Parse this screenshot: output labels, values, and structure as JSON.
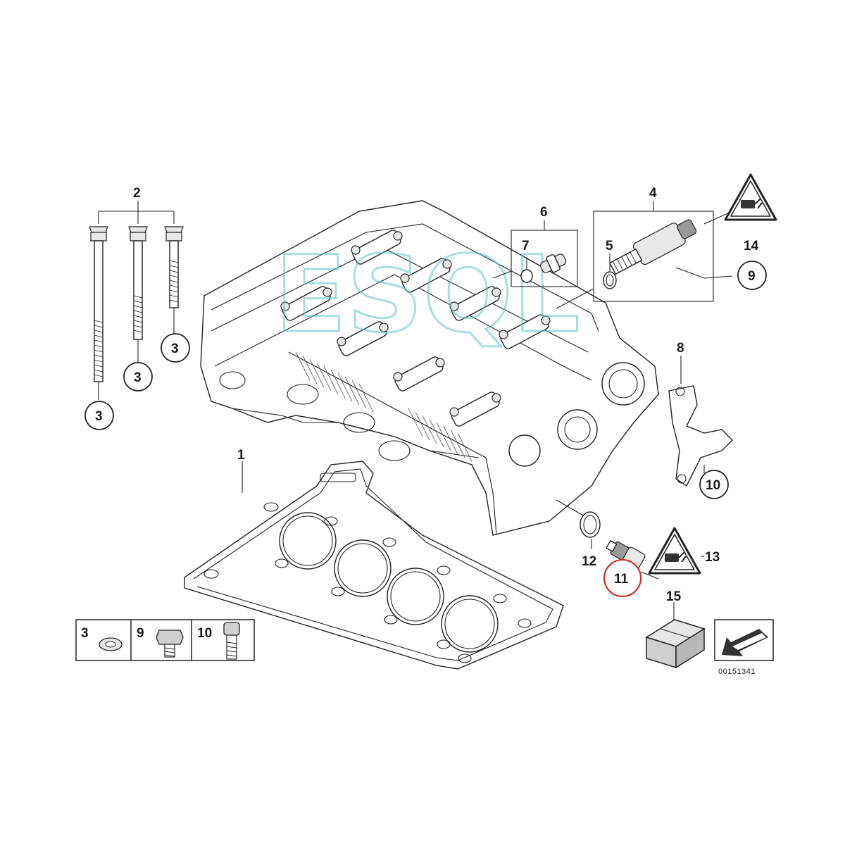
{
  "diagram_id": "00151341",
  "highlight_color": "#d9211c",
  "watermark": "ESQL",
  "callouts": {
    "c1": "1",
    "c2": "2",
    "c3a": "3",
    "c3b": "3",
    "c3c": "3",
    "c4": "4",
    "c5": "5",
    "c6": "6",
    "c7": "7",
    "c8": "8",
    "c9": "9",
    "c10": "10",
    "c11": "11",
    "c12": "12",
    "c13": "13",
    "c14": "14",
    "c15": "15"
  },
  "legend": {
    "item1_label": "3",
    "item2_label": "9",
    "item3_label": "10"
  },
  "icons": {
    "warning": "warning-triangle-icon",
    "box": "package-box-icon",
    "arrow": "link-arrow-icon"
  }
}
